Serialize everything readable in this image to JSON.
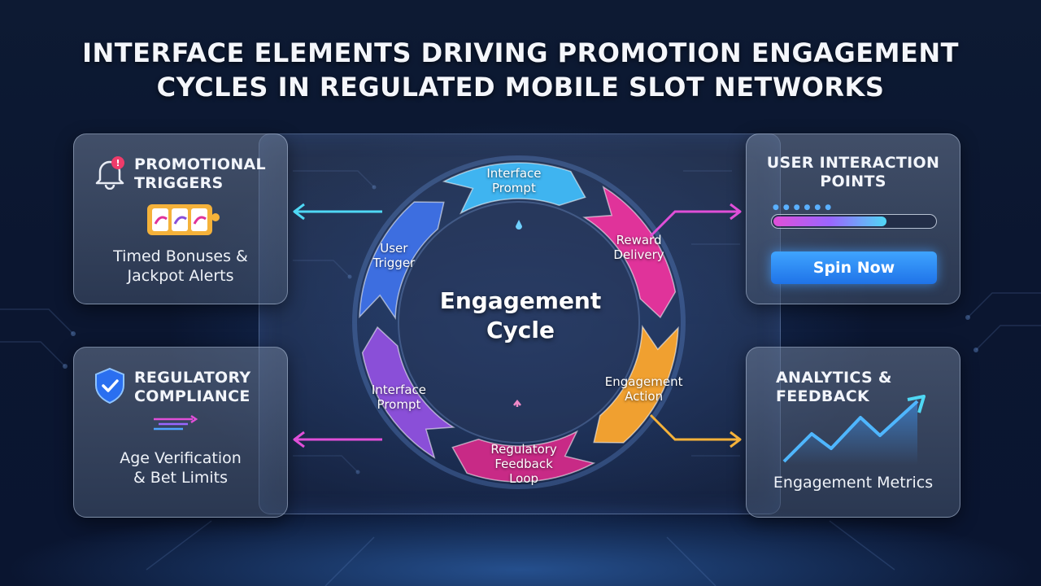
{
  "title": {
    "line1": "INTERFACE ELEMENTS DRIVING PROMOTION ENGAGEMENT",
    "line2": "CYCLES IN REGULATED MOBILE SLOT NETWORKS"
  },
  "cards": {
    "promotional": {
      "heading_line1": "PROMOTIONAL",
      "heading_line2": "TRIGGERS",
      "body_line1": "Timed Bonuses &",
      "body_line2": "Jackpot Alerts",
      "icons": [
        "bell-icon",
        "slot-machine-icon"
      ],
      "badge": "!"
    },
    "regulatory": {
      "heading_line1": "REGULATORY",
      "heading_line2": "COMPLIANCE",
      "body_line1": "Age Verification",
      "body_line2": "& Bet Limits",
      "icons": [
        "shield-check-icon",
        "motion-arrow-icon"
      ]
    },
    "interaction": {
      "heading_line1": "USER INTERACTION",
      "heading_line2": "POINTS",
      "progress": 0.7,
      "button_label": "Spin Now"
    },
    "analytics": {
      "heading_line1": "ANALYTICS &",
      "heading_line2": "FEEDBACK",
      "body": "Engagement Metrics",
      "icons": [
        "trend-chart-icon"
      ]
    }
  },
  "cycle": {
    "center_line1": "Engagement",
    "center_line2": "Cycle",
    "segments": [
      {
        "line1": "Interface",
        "line2": "Prompt",
        "line3": "",
        "color": "#3fb4f0"
      },
      {
        "line1": "Reward",
        "line2": "Delivery",
        "line3": "",
        "color": "#e0339a"
      },
      {
        "line1": "Engagement",
        "line2": "Action",
        "line3": "",
        "color": "#f0a030"
      },
      {
        "line1": "Regulatory",
        "line2": "Feedback",
        "line3": "Loop",
        "color": "#c82a86"
      },
      {
        "line1": "Interface",
        "line2": "Prompt",
        "line3": "",
        "color": "#8a4fd8"
      },
      {
        "line1": "User",
        "line2": "Trigger",
        "line3": "",
        "color": "#3d6ee0"
      }
    ]
  },
  "colors": {
    "accent_cyan": "#4fd8f5",
    "accent_pink": "#e04fd8",
    "accent_orange": "#f5b23a",
    "accent_blue": "#2f8cf5"
  }
}
